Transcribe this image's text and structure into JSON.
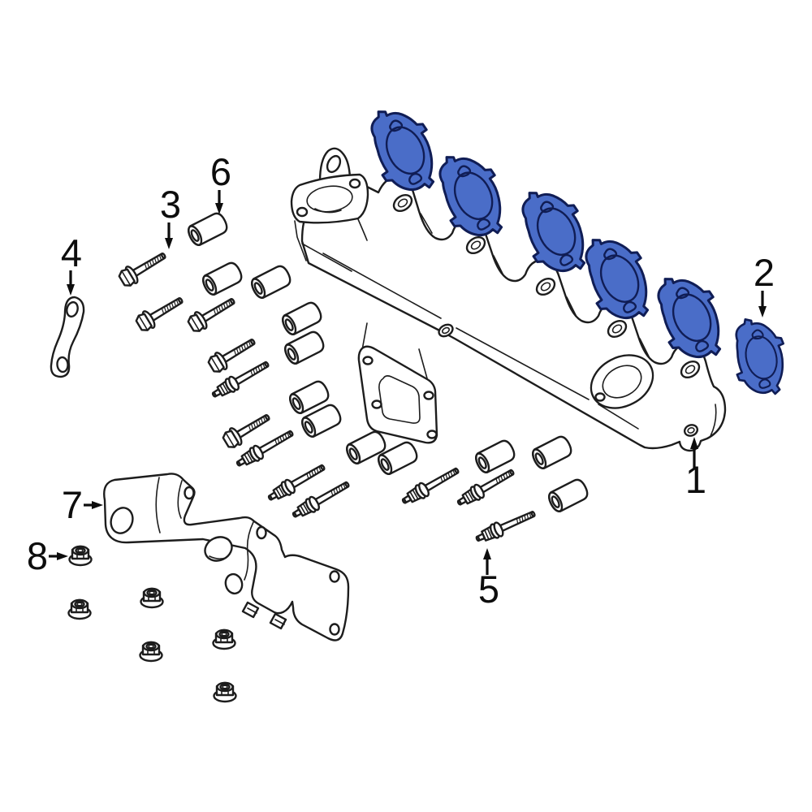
{
  "figure": {
    "type": "exploded-parts-diagram",
    "subject": "exhaust-manifold-hardware"
  },
  "colors": {
    "background": "#ffffff",
    "line": "#1d1d1d",
    "gasket_fill": "#4a6dc8",
    "gasket_outline": "#101d55"
  },
  "part_counts": {
    "manifold": 1,
    "gaskets": 6,
    "bolts": 5,
    "brackets": 1,
    "studs": 7,
    "sleeves": 12,
    "heat_shields": 1,
    "nuts": 6
  },
  "callouts": [
    {
      "label": "1"
    },
    {
      "label": "2"
    },
    {
      "label": "3"
    },
    {
      "label": "4"
    },
    {
      "label": "5"
    },
    {
      "label": "6"
    },
    {
      "label": "7"
    },
    {
      "label": "8"
    }
  ]
}
